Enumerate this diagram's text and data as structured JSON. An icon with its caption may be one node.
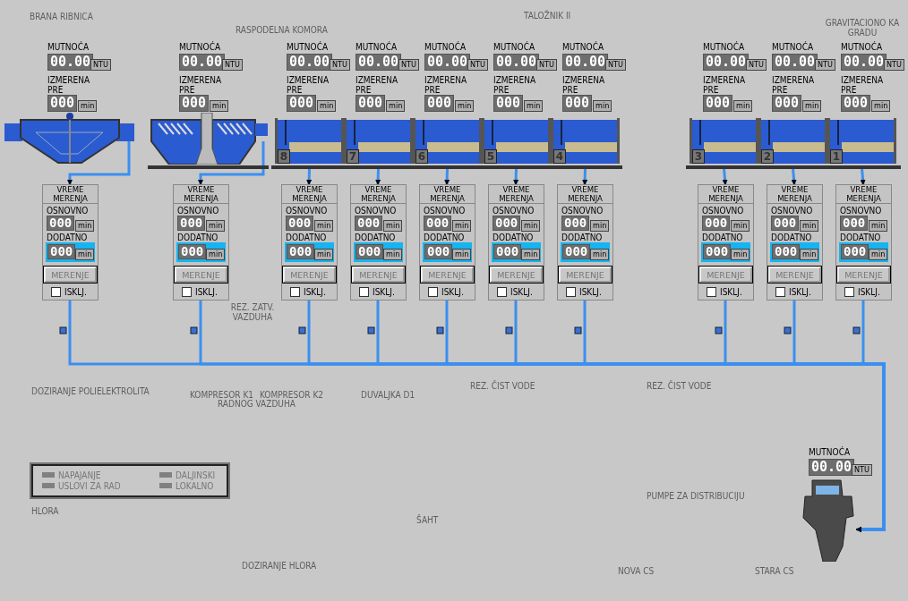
{
  "diagram": {
    "nodes": [
      {
        "text": [],
        "shape": "picture",
        "beside": [
          "MUTNOĆA",
          "00.00",
          "NTU",
          "IZMERENA PRE",
          "000",
          "min"
        ]
      },
      {
        "text": [
          "VREME MERENJA",
          "OSNOVNO",
          "000",
          "min",
          "DODATNO",
          "000",
          "min",
          "MERENJE",
          "ISKLJ."
        ]
      },
      {
        "text": [],
        "shape": "picture",
        "beside": [
          "MUTNOĆA",
          "00.00",
          "NTU",
          "IZMERENA PRE",
          "000",
          "min"
        ]
      },
      {
        "text": [
          "VREME MERENJA",
          "OSNOVNO",
          "000",
          "min",
          "DODATNO",
          "000",
          "min",
          "MERENJE",
          "ISKLJ."
        ]
      },
      {
        "text": [
          "8"
        ],
        "beside": [
          "MUTNOĆA",
          "00.00",
          "NTU",
          "IZMERENA PRE",
          "000",
          "min"
        ]
      },
      {
        "text": [
          "VREME MERENJA",
          "OSNOVNO",
          "000",
          "min",
          "DODATNO",
          "000",
          "min",
          "MERENJE",
          "ISKLJ."
        ]
      },
      {
        "text": [
          "7"
        ],
        "beside": [
          "MUTNOĆA",
          "00.00",
          "NTU",
          "IZMERENA PRE",
          "000",
          "min"
        ]
      },
      {
        "text": [
          "VREME MERENJA",
          "OSNOVNO",
          "000",
          "min",
          "DODATNO",
          "000",
          "min",
          "MERENJE",
          "ISKLJ."
        ]
      },
      {
        "text": [
          "6"
        ],
        "beside": [
          "MUTNOĆA",
          "00.00",
          "NTU",
          "IZMERENA PRE",
          "000",
          "min"
        ]
      },
      {
        "text": [
          "VREME MERENJA",
          "OSNOVNO",
          "000",
          "min",
          "DODATNO",
          "000",
          "min",
          "MERENJE",
          "ISKLJ."
        ]
      },
      {
        "text": [
          "5"
        ],
        "beside": [
          "MUTNOĆA",
          "00.00",
          "NTU",
          "IZMERENA PRE",
          "000",
          "min"
        ]
      },
      {
        "text": [
          "VREME MERENJA",
          "OSNOVNO",
          "000",
          "min",
          "DODATNO",
          "000",
          "min",
          "MERENJE",
          "ISKLJ."
        ]
      },
      {
        "text": [
          "4"
        ],
        "beside": [
          "MUTNOĆA",
          "00.00",
          "NTU",
          "IZMERENA PRE",
          "000",
          "min"
        ]
      },
      {
        "text": [
          "VREME MERENJA",
          "OSNOVNO",
          "000",
          "min",
          "DODATNO",
          "000",
          "min",
          "MERENJE",
          "ISKLJ."
        ]
      },
      {
        "text": [
          "3"
        ],
        "beside": [
          "MUTNOĆA",
          "00.00",
          "NTU",
          "IZMERENA PRE",
          "000",
          "min"
        ]
      },
      {
        "text": [
          "VREME MERENJA",
          "OSNOVNO",
          "000",
          "min",
          "DODATNO",
          "000",
          "min",
          "MERENJE",
          "ISKLJ."
        ]
      },
      {
        "text": [
          "2"
        ],
        "beside": [
          "MUTNOĆA",
          "00.00",
          "NTU",
          "IZMERENA PRE",
          "000",
          "min"
        ]
      },
      {
        "text": [
          "VREME MERENJA",
          "OSNOVNO",
          "000",
          "min",
          "DODATNO",
          "000",
          "min",
          "MERENJE",
          "ISKLJ."
        ]
      },
      {
        "text": [
          "1"
        ],
        "beside": [
          "MUTNOĆA",
          "00.00",
          "NTU",
          "IZMERENA PRE",
          "000",
          "min"
        ]
      },
      {
        "text": [
          "VREME MERENJA",
          "OSNOVNO",
          "000",
          "min",
          "DODATNO",
          "000",
          "min",
          "MERENJE",
          "ISKLJ."
        ]
      },
      {
        "text": [],
        "shape": "picture",
        "beside": [
          "MUTNOĆA",
          "00.00",
          "NTU"
        ]
      }
    ],
    "edges": [
      {
        "from": 0,
        "to": 1,
        "arrow": "to"
      },
      {
        "from": 2,
        "to": 3,
        "arrow": "to"
      },
      {
        "from": 4,
        "to": 5,
        "arrow": "to"
      },
      {
        "from": 6,
        "to": 7,
        "arrow": "to"
      },
      {
        "from": 8,
        "to": 9,
        "arrow": "to"
      },
      {
        "from": 10,
        "to": 11,
        "arrow": "to"
      },
      {
        "from": 12,
        "to": 13,
        "arrow": "to"
      },
      {
        "from": 14,
        "to": 15,
        "arrow": "to"
      },
      {
        "from": 16,
        "to": 17,
        "arrow": "to"
      },
      {
        "from": 18,
        "to": 19,
        "arrow": "to"
      },
      {
        "from": 1,
        "to": 20,
        "arrow": "to"
      },
      {
        "from": 3,
        "to": 20,
        "arrow": "to"
      },
      {
        "from": 5,
        "to": 20,
        "arrow": "to"
      },
      {
        "from": 7,
        "to": 20,
        "arrow": "to"
      },
      {
        "from": 9,
        "to": 20,
        "arrow": "to"
      },
      {
        "from": 11,
        "to": 20,
        "arrow": "to"
      },
      {
        "from": 13,
        "to": 20,
        "arrow": "to"
      },
      {
        "from": 15,
        "to": 20,
        "arrow": "to"
      },
      {
        "from": 17,
        "to": 20,
        "arrow": "to"
      },
      {
        "from": 19,
        "to": 20,
        "arrow": "to"
      }
    ],
    "labels": [
      "BRANA RIBNICA",
      "TALOŽNIK II",
      "RASPODELNA KOMORA",
      "GRAVITACIONO KA GRADU",
      "REZ. ZATV. VAZDUHA",
      "REZ. ČIST VODE",
      "REZ. ČIST VODE",
      "DOZIRANJE POLIELEKTROLITA",
      "KOMPRESOR K1",
      "KOMPRESOR K2",
      "RADNOG VAZDUHA",
      "DUVALJKA D1",
      "PUMPE ZA DISTRIBUCIJU",
      "HLORA",
      "ŠAHT",
      "DOZIRANJE HLORA",
      "NOVA CS",
      "STARA CS"
    ],
    "legend": [
      {
        "text": "NAPAJANJE",
        "color": "#808080"
      },
      {
        "text": "USLOVI ZA RAD",
        "color": "#808080"
      },
      {
        "text": "DALJINSKI",
        "color": "#808080"
      },
      {
        "text": "LOKALNO",
        "color": "#808080"
      }
    ]
  }
}
